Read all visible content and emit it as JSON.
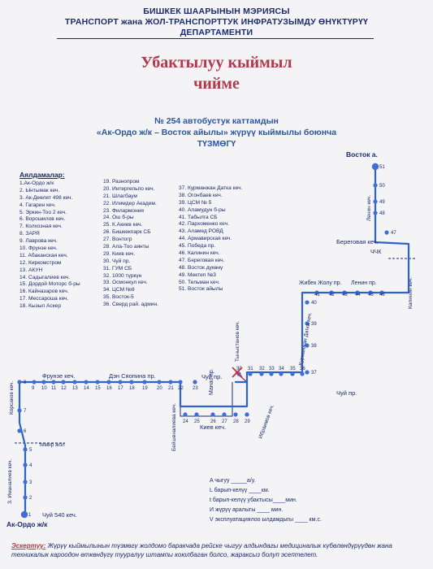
{
  "header": {
    "line1": "БИШКЕК ШААРЫНЫН МЭРИЯСЫ",
    "line2": "ТРАНСПОРТ жана ЖОЛ-ТРАНСПОРТТУК ИНФРАТУЗЫМДУ ӨНҮКТҮРҮҮ",
    "line3": "ДЕПАРТАМЕНТИ"
  },
  "schedule_title": {
    "line1": "Убактылуу кыймыл",
    "line2": "чийме"
  },
  "route_title": {
    "line1": "№ 254  автобустук каттамдын",
    "line2": "«Ак-Ордо ж/к – Восток айылы» жүрүү кыймылы боюнча",
    "line3": "ТҮЗМӨГҮ"
  },
  "stops_title": "Аялдамалар:",
  "stops_col1": [
    "1.Ак-Ордо ж/к",
    "2. Ынтымак кеч.",
    "3. Ак-Деөлет 498 кеч.",
    "4. Гагарин кеч.",
    "5. Эркин-Тоо 2 кеч.",
    "6. Ворошилов кеч.",
    "7. Колхозная кеч.",
    "8. ЗАРЯ",
    "9. Лаврова кеч.",
    "10. Фрунзе кеч.",
    "11. Абаканская кеч.",
    "12. Киркомстром",
    "13. АКУН",
    "14. Садыгалиев кеч.",
    "15. Дордой Моторс б-ры",
    "16. Кайназаров кеч.",
    "17. Мессароша кеч.",
    "18. Кызыл Аскер"
  ],
  "stops_col2": [
    "19. Разнопром",
    "20. Интергельпо кеч.",
    "21. Шлагбаум",
    "22. Илимдер Академ.",
    "23. Филармония",
    "24. Ош б-ры",
    "25. К.Акиев кеч.",
    "26. Бишкекпарк СБ",
    "27. Вонтогр",
    "28. Ала-Тоо аянты",
    "29. Киев кеч.",
    "30. Чуй пр.",
    "31. ГУМ СБ",
    "32. 1000 түркүн",
    "33. Осмонкул кеч.",
    "34. ЦСМ №8",
    "35. Восток-5",
    "36. Сверд рай. админ."
  ],
  "stops_col3": [
    "37. Курманжан Датка кеч.",
    "38. Огонбаев кеч.",
    "39. ЦСМ № 5",
    "40. Аламудун б-ры",
    "41. Табылга СБ",
    "42. Пархоменко кеч.",
    "43. Аламед РОВД",
    "44. Армавирская кеч.",
    "45. Победа пр.",
    "46. Калинин кеч.",
    "47. Береговая кеч.",
    "48. Восток дүкөнү",
    "49. Мектеп №3",
    "50. Тельман кеч.",
    "51. Восток айылы"
  ],
  "map": {
    "end_label": "Восток а.",
    "start_label": "Ак-Ордо ж/к",
    "streets": {
      "frunze": "Фрунзе кеч.",
      "dzen": "Дэн Сяопина пр.",
      "chuy1": "Чуй пр.",
      "chuy2": "Чуй пр.",
      "chuy540": "Чуй 540 кеч.",
      "korsakov": "Корсаков кеч.",
      "imanaliev": "З. Иманалиев кеч.",
      "temir": "темир жол",
      "baytik": "Бейшеналиева кеч.",
      "manas": "Манас пр.",
      "tynystan": "Тыныстанов кеч.",
      "ibraimov": "Ибраимов кеч.",
      "kiev": "Киев кеч.",
      "kurmanjan": "Курманжан Датка кеч.",
      "jibek": "Жибек Жолу пр.",
      "lenin_h": "Ленин пр.",
      "beregovaya": "Береговая кеч.",
      "chchk": "ЧЧК",
      "kalinin": "Калинин кеч.",
      "lenin_v": "Ленин кеч."
    }
  },
  "stats": {
    "a": "A чыгуу _____а/у.",
    "l": "L барып-келүү ____км.",
    "t": "t барып-келүү убактысы____мин.",
    "i": "И жүрүү аралыгы ____      мин.",
    "v": "V эксплуатациялоо ылдамдыгы ____ км.с."
  },
  "note": {
    "label": "Эскертүү:",
    "text": " Жүрүү кыймылынын түзмөгү жолдомо баракчада рейске чыгуу алдындагы медициналык күбөлөндүрүүдөн жана техникалык кароодон өткөндүгү тууралуу штампы коюлбаган болсо, жараксыз болуп эсептелет."
  },
  "colors": {
    "route": "#2f63c7",
    "stop": "#3d6fd6",
    "title": "#b03a4a",
    "text": "#1c2b6b"
  }
}
